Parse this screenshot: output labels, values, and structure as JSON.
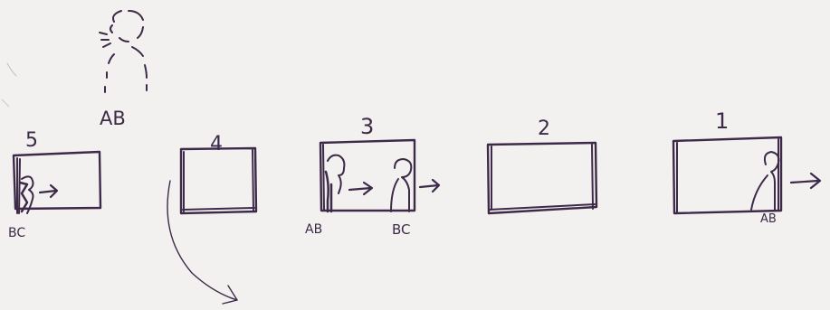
{
  "figure_label": "AB",
  "frames": [
    {
      "number": "5",
      "labels": [
        "BC"
      ]
    },
    {
      "number": "4",
      "labels": []
    },
    {
      "number": "3",
      "labels": [
        "AB",
        "BC"
      ]
    },
    {
      "number": "2",
      "labels": []
    },
    {
      "number": "1",
      "labels": [
        "AB"
      ]
    }
  ],
  "colors": {
    "ink": "#3d2a48",
    "paper": "#f3f1ef"
  }
}
